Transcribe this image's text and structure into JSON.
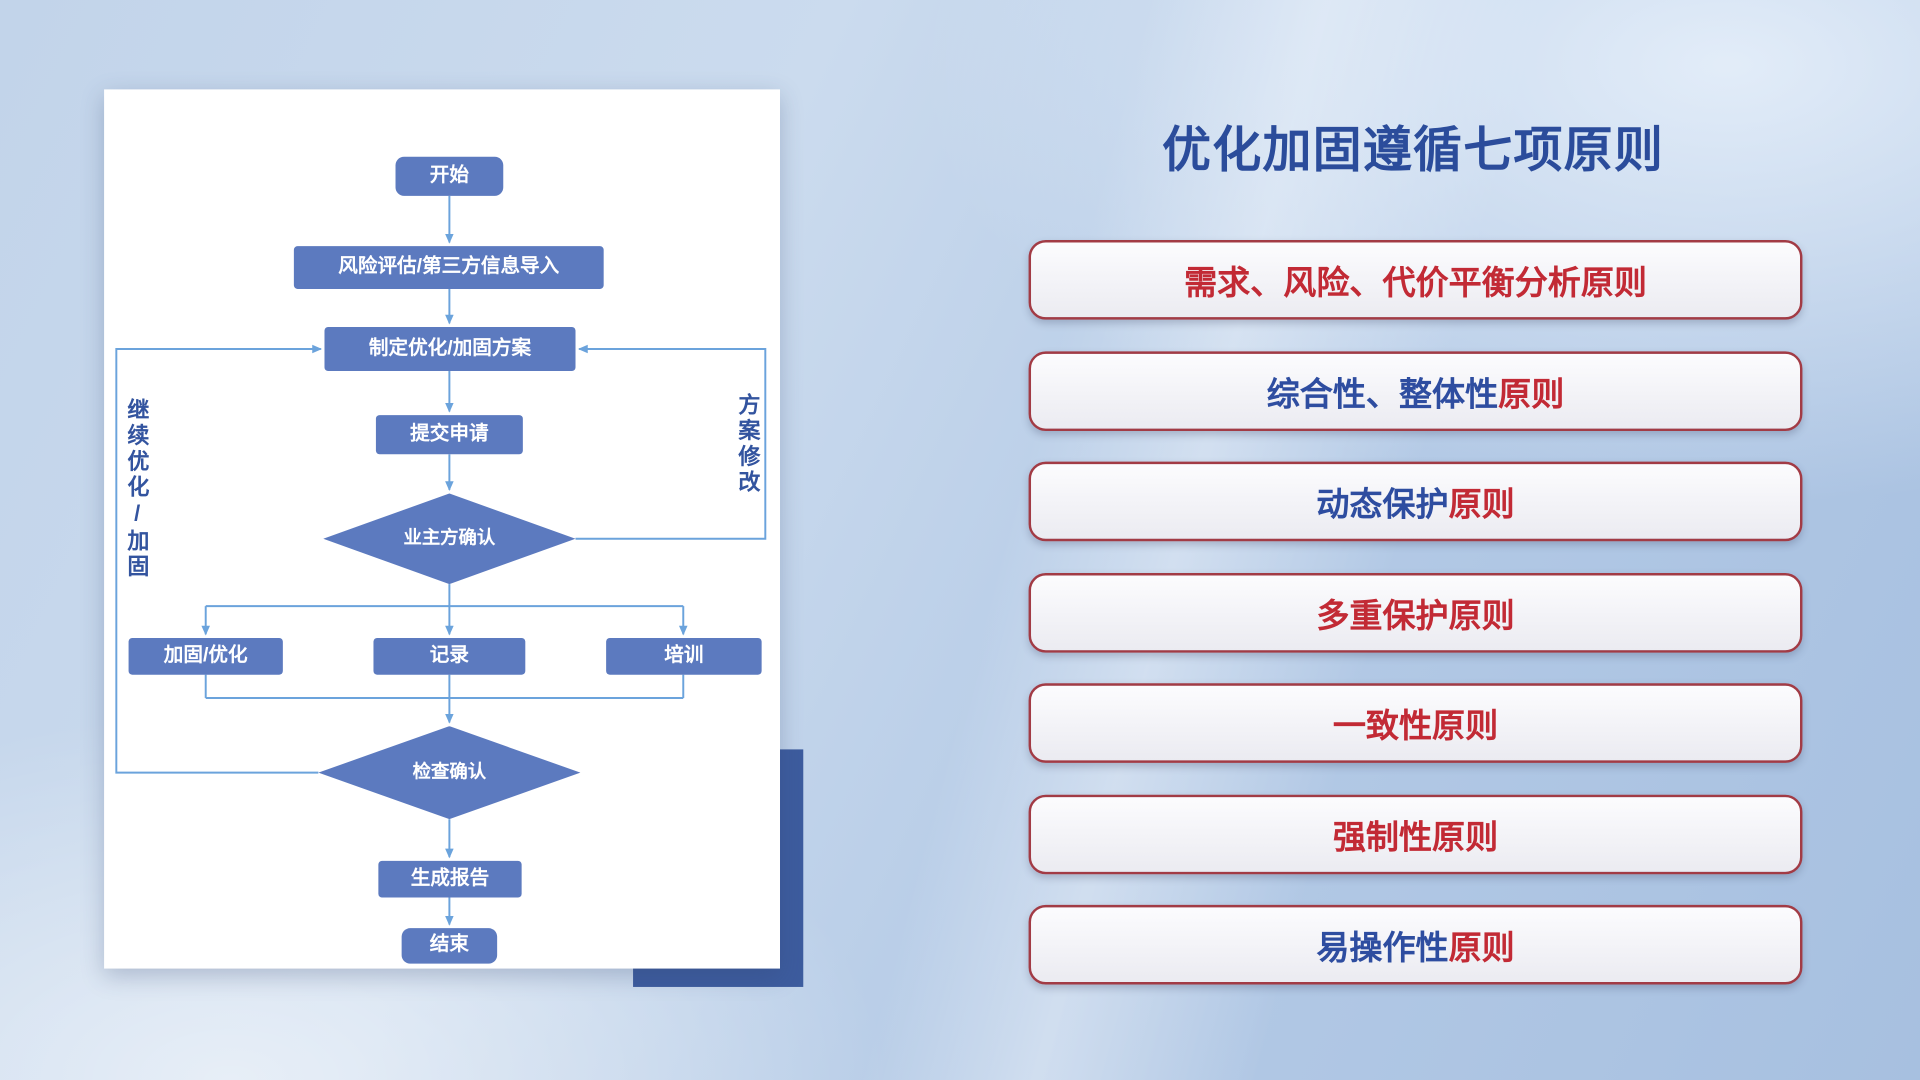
{
  "colors": {
    "title": "#2B4C9B",
    "principle_red": "#C22A35",
    "principle_blue": "#2E4DA0",
    "node_fill": "#5C7ABF",
    "connector": "#6BA3DC",
    "pill_border": "#A23B45",
    "accent_block": "#3D5C9E",
    "loop_label": "#33549F"
  },
  "flowchart": {
    "nodes": {
      "start": "开始",
      "risk_import": "风险评估/第三方信息导入",
      "make_plan": "制定优化/加固方案",
      "submit": "提交申请",
      "owner_confirm": "业主方确认",
      "harden": "加固/优化",
      "record": "记录",
      "training": "培训",
      "check_confirm": "检查确认",
      "report": "生成报告",
      "end": "结束"
    },
    "loop_labels": {
      "continue": "继续优化/加固",
      "modify": "方案修改"
    }
  },
  "principles": {
    "title": "优化加固遵循七项原则",
    "items": [
      {
        "part1": {
          "text": "需求、风险、代价平衡分析原则",
          "color": "#C22A35"
        },
        "part2": {
          "text": "",
          "color": "#C22A35"
        }
      },
      {
        "part1": {
          "text": "综合性、整体性",
          "color": "#2E4DA0"
        },
        "part2": {
          "text": "原则",
          "color": "#C22A35"
        }
      },
      {
        "part1": {
          "text": "动态保护",
          "color": "#2E4DA0"
        },
        "part2": {
          "text": "原则",
          "color": "#C22A35"
        }
      },
      {
        "part1": {
          "text": "多重保护原则",
          "color": "#C22A35"
        },
        "part2": {
          "text": "",
          "color": "#C22A35"
        }
      },
      {
        "part1": {
          "text": "一致性原则",
          "color": "#C22A35"
        },
        "part2": {
          "text": "",
          "color": "#C22A35"
        }
      },
      {
        "part1": {
          "text": "强制性原则",
          "color": "#C22A35"
        },
        "part2": {
          "text": "",
          "color": "#C22A35"
        }
      },
      {
        "part1": {
          "text": "易操作性",
          "color": "#2E4DA0"
        },
        "part2": {
          "text": "原则",
          "color": "#C22A35"
        }
      }
    ]
  }
}
